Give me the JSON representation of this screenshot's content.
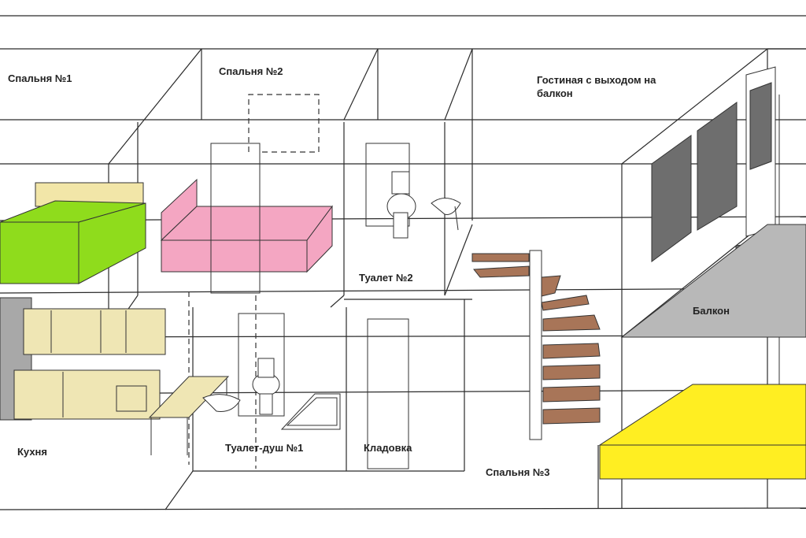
{
  "rooms": {
    "bedroom1": "Спальня №1",
    "bedroom2": "Спальня №2",
    "living": "Гостиная с выходом на балкон",
    "toilet2": "Туалет №2",
    "balcony": "Балкон",
    "kitchen": "Кухня",
    "toilet_shower1": "Туалет-душ №1",
    "storage": "Кладовка",
    "bedroom3": "Спальня №3"
  },
  "colors": {
    "bed1": "#8fdc1c",
    "bed2": "#f4a6c2",
    "headboard": "#f2e6a8",
    "kitchen_furniture": "#efe6b4",
    "fridge": "#a8a8a8",
    "stairs": "#a87558",
    "balcony_floor": "#b8b8b8",
    "bed3": "#ffee22",
    "window": "#6e6e6e"
  }
}
